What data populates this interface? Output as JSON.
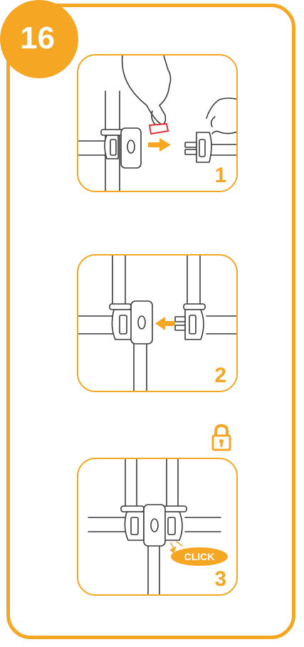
{
  "step": {
    "number": "16"
  },
  "colors": {
    "accent": "#f5a623",
    "line": "#3a3a3a",
    "highlight": "#e0303a"
  },
  "panels": [
    {
      "number": "1",
      "action": "detach-clip",
      "arrow": "right"
    },
    {
      "number": "2",
      "action": "push-together",
      "arrow": "left"
    },
    {
      "number": "3",
      "action": "buckle-locked",
      "badge": "CLICK"
    }
  ],
  "icons": [
    "padlock-icon",
    "hand-icon",
    "arrow-right-icon",
    "arrow-left-icon"
  ]
}
